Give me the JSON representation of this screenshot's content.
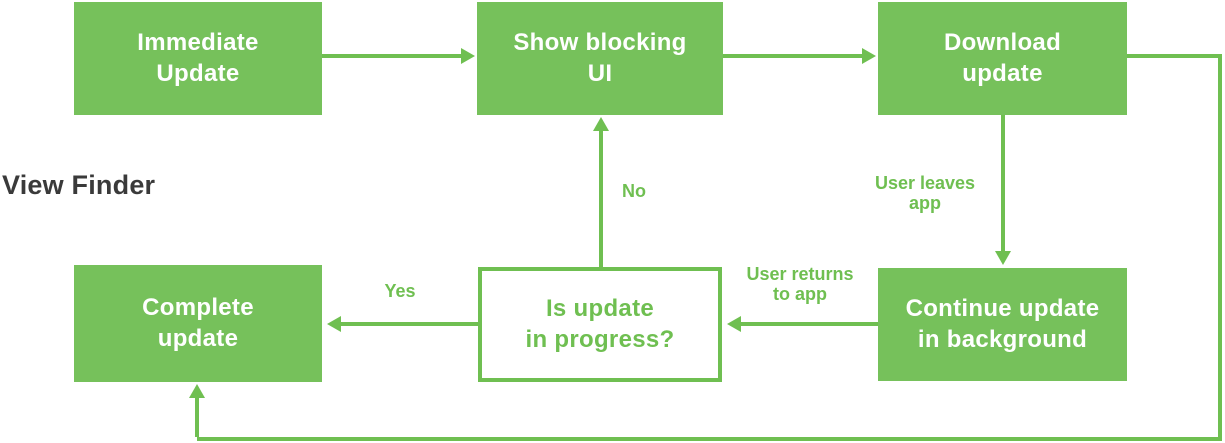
{
  "colors": {
    "page_background": "#ffffff",
    "node_fill_green": "#76c15b",
    "line_green": "#6fbf51",
    "node_text": "#ffffff",
    "side_label_text": "#3a3a3a"
  },
  "diagram": {
    "side_label": "View Finder",
    "nodes": {
      "immediate_update": "Immediate\nUpdate",
      "show_blocking_ui": "Show blocking\nUI",
      "download_update": "Download\nupdate",
      "complete_update": "Complete\nupdate",
      "is_update_in_progress": "Is update\nin progress?",
      "continue_update_in_background": "Continue update\nin background"
    },
    "edge_labels": {
      "no": "No",
      "yes": "Yes",
      "user_leaves_app": "User leaves\napp",
      "user_returns_to_app": "User returns\nto app"
    },
    "edges": [
      {
        "from": "immediate_update",
        "to": "show_blocking_ui",
        "label": ""
      },
      {
        "from": "show_blocking_ui",
        "to": "download_update",
        "label": ""
      },
      {
        "from": "download_update",
        "to": "continue_update_in_background",
        "label": "User leaves app"
      },
      {
        "from": "download_update",
        "to": "complete_update",
        "label": "",
        "route": "right-edge-and-bottom"
      },
      {
        "from": "continue_update_in_background",
        "to": "is_update_in_progress",
        "label": "User returns to app"
      },
      {
        "from": "is_update_in_progress",
        "to": "show_blocking_ui",
        "label": "No"
      },
      {
        "from": "is_update_in_progress",
        "to": "complete_update",
        "label": "Yes"
      }
    ]
  }
}
